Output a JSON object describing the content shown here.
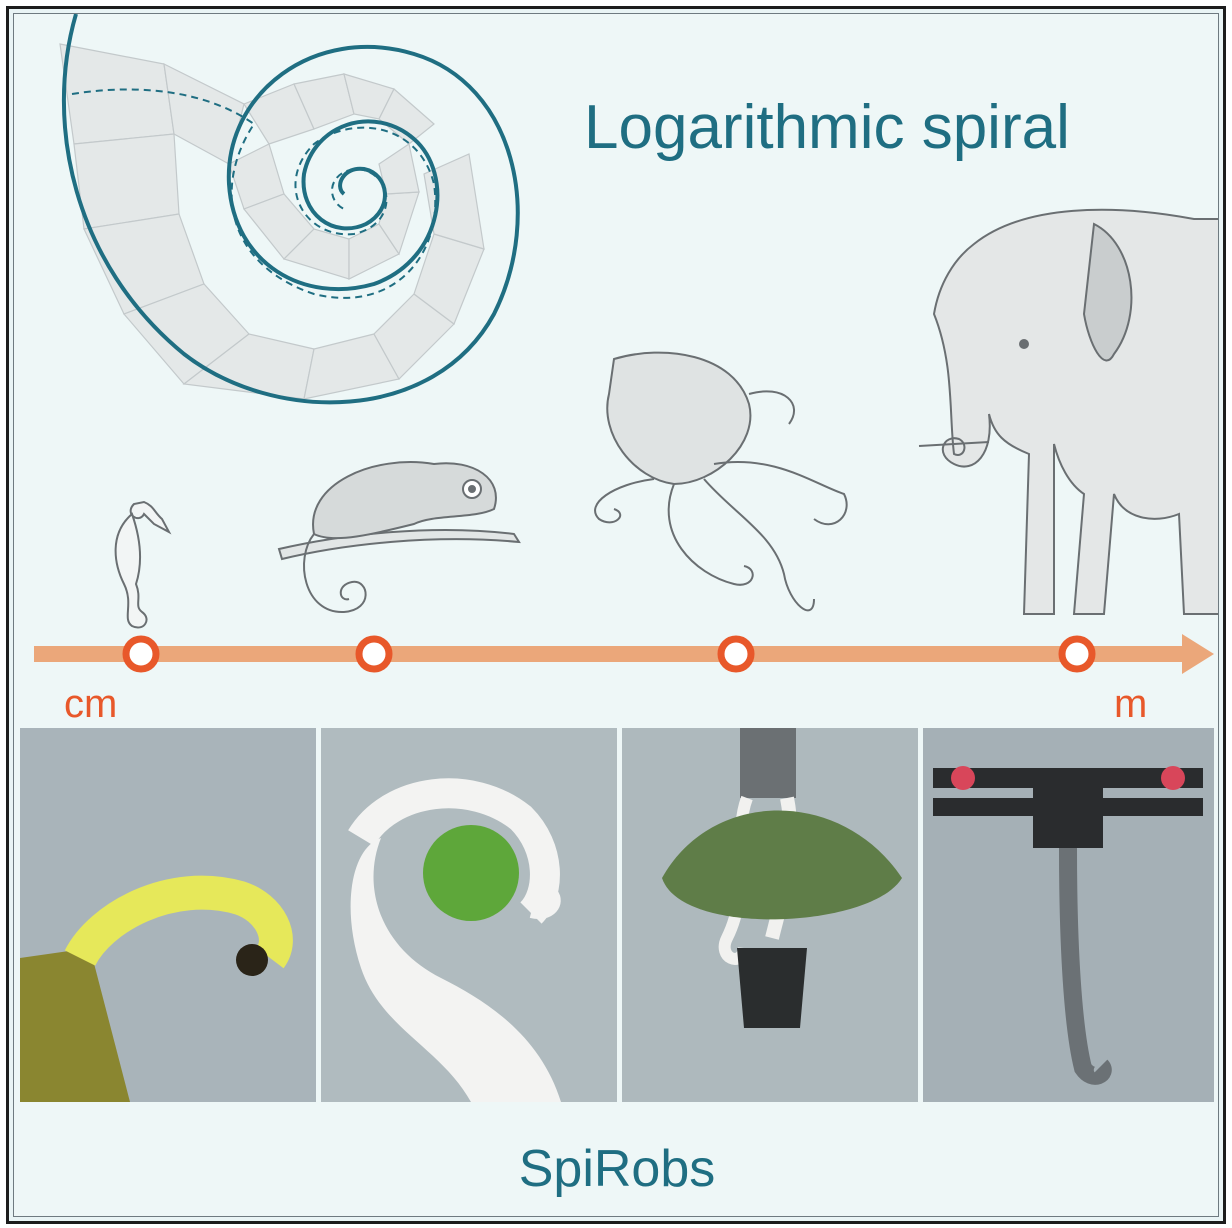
{
  "title": "Logarithmic spiral",
  "footer": "SpiRobs",
  "scale": {
    "start_label": "cm",
    "end_label": "m",
    "markers": [
      "seahorse-tail",
      "chameleon-tail",
      "octopus-arm",
      "elephant-trunk"
    ]
  },
  "colors": {
    "spiral": "#1f6e82",
    "arrow": "#eba77a",
    "marker": "#e8582a",
    "text": "#1f6e82",
    "background": "#eef7f7",
    "photo_bg": "#a9b4ba"
  },
  "illustrations": [
    "seahorse",
    "chameleon",
    "octopus",
    "elephant"
  ],
  "photos": [
    "robot-grasping-insect",
    "robot-wrapping-apple",
    "robot-holding-plant-pot",
    "drone-mounted-spiral-robot"
  ]
}
